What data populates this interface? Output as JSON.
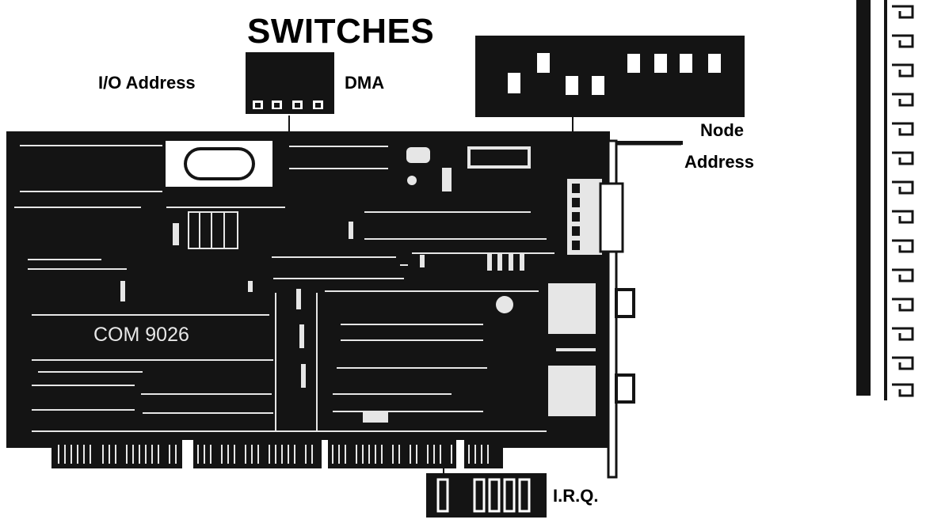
{
  "labels": {
    "title": "SWITCHES",
    "io_address": "I/O Address",
    "dma": "DMA",
    "node": "Node",
    "address": "Address",
    "irq": "I.R.Q.",
    "chip": "COM 9026"
  },
  "colors": {
    "board": "#141414",
    "trace": "#e6e6e6",
    "background": "#ffffff"
  }
}
